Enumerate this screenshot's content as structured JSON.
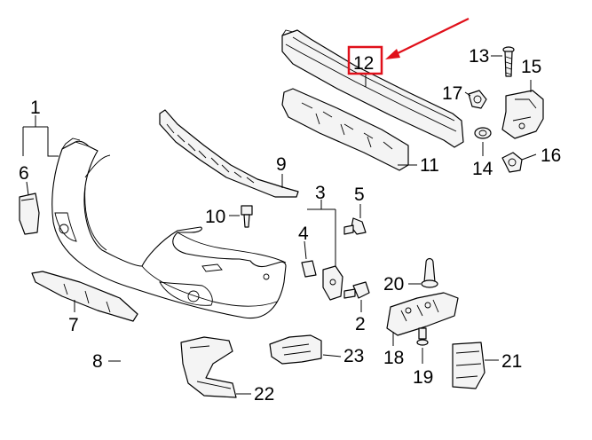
{
  "callouts": {
    "c1": "1",
    "c2": "2",
    "c3": "3",
    "c4": "4",
    "c5": "5",
    "c6": "6",
    "c7": "7",
    "c8": "8",
    "c9": "9",
    "c10": "10",
    "c11": "11",
    "c12": "12",
    "c13": "13",
    "c14": "14",
    "c15": "15",
    "c16": "16",
    "c17": "17",
    "c18": "18",
    "c19": "19",
    "c20": "20",
    "c21": "21",
    "c22": "22",
    "c23": "23"
  },
  "highlight": {
    "part": "12",
    "color": "#e0101a"
  }
}
